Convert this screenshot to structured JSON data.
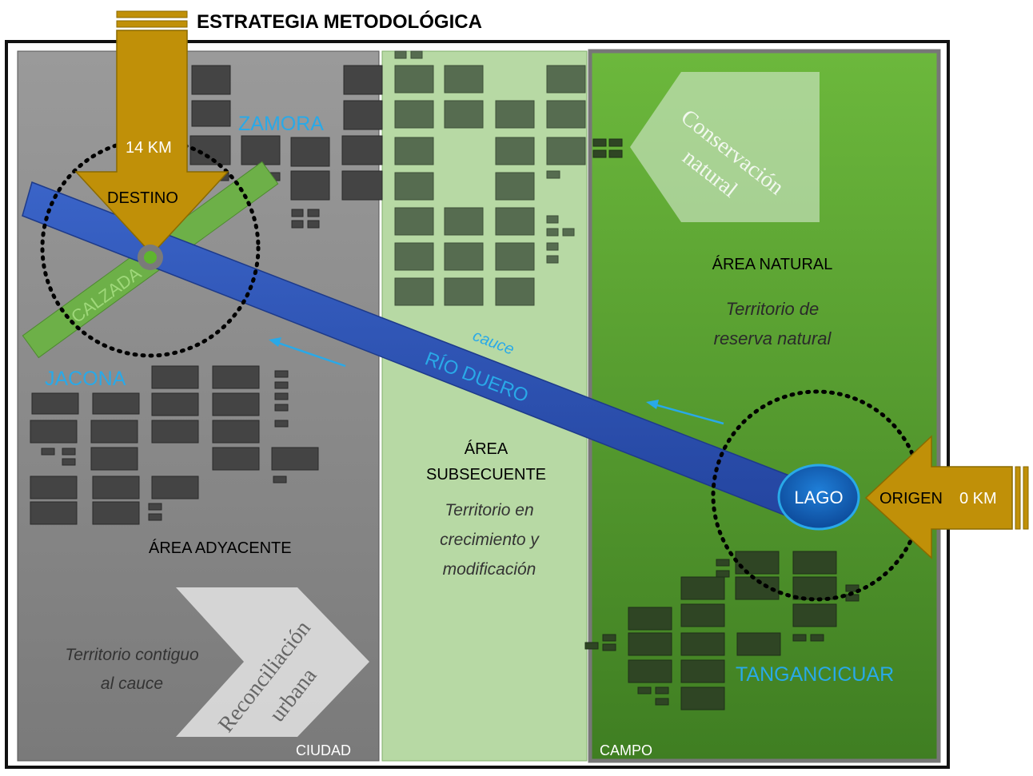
{
  "title": "ESTRATEGIA METODOLÓGICA",
  "zones": {
    "city_label": "CIUDAD",
    "adjacent_title": "ÁREA ADYACENTE",
    "adjacent_desc_1": "Territorio contiguo",
    "adjacent_desc_2": "al cauce",
    "subsequent_title_1": "ÁREA",
    "subsequent_title_2": "SUBSECUENTE",
    "subsequent_desc_1": "Territorio en",
    "subsequent_desc_2": "crecimiento y",
    "subsequent_desc_3": "modificación",
    "natural_title": "ÁREA NATURAL",
    "natural_desc_1": "Territorio de",
    "natural_desc_2": "reserva natural",
    "country_label": "CAMPO"
  },
  "places": {
    "zamora": "ZAMORA",
    "jacona": "JACONA",
    "tangancicuar": "TANGANCICUAR",
    "lake": "LAGO",
    "road": "CALZADA"
  },
  "river": {
    "name": "RÍO DUERO",
    "channel": "cauce"
  },
  "arrows": {
    "destination_label": "DESTINO",
    "destination_km": "14 KM",
    "origin_label": "ORIGEN",
    "origin_km": "0 KM"
  },
  "chevrons": {
    "conservation_1": "Conservación",
    "conservation_2": "natural",
    "reconciliation_1": "Reconciliación",
    "reconciliation_2": "urbana"
  },
  "colors": {
    "city": "#8f8f8f",
    "transition": "#b5d8a2",
    "nature": "#4f9a2a",
    "river": "#2f56b8",
    "place_label": "#29a9e8",
    "arrow": "#c09008",
    "road": "#6db048"
  }
}
